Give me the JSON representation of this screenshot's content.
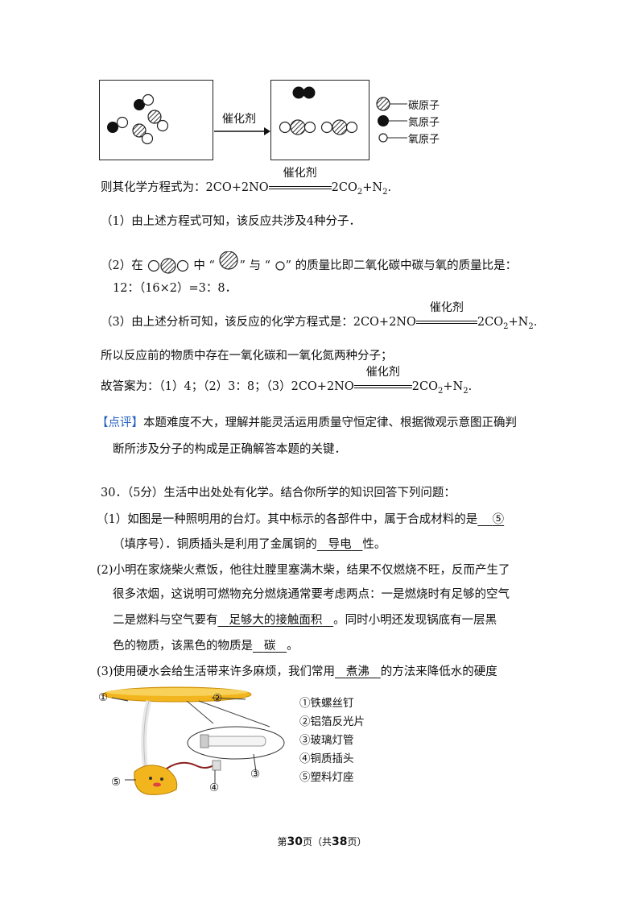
{
  "diagram": {
    "catalyst": "催化剂",
    "legend": [
      {
        "icon": "hatched",
        "label": "碳原子"
      },
      {
        "icon": "black",
        "label": "氮原子"
      },
      {
        "icon": "white",
        "label": "氧原子"
      }
    ]
  },
  "equation_intro": "则其化学方程式为：2CO+2NO",
  "eq_catalyst": "催化剂",
  "eq_rhs": "2CO",
  "eq_rhs_sub": "2",
  "eq_rhs_tail": "+N",
  "eq_rhs_sub2": "2",
  "eq_period": ".",
  "sol1": "（1）由上述方程式可知，该反应共涉及4种分子．",
  "sol2_a": "（2）在",
  "sol2_b": "中 “",
  "sol2_c": "” 与 “",
  "sol2_d": "” 的质量比即二氧化碳中碳与氧的质量比是：",
  "sol2_line2": "12：（16×2）=3：8．",
  "sol3": "（3）由上述分析可知，该反应的化学方程式是：2CO+2NO",
  "sol_mol": "所以反应前的物质中存在一氧化碳和一氧化氮两种分子；",
  "answer_intro": "故答案为：（1）4；（2）3：8；（3）2CO+2NO",
  "comment_tag": "【点评】",
  "comment_line1": "本题难度不大，理解并能灵活运用质量守恒定律、根据微观示意图正确判",
  "comment_line2": "断所涉及分子的构成是正确解答本题的关键．",
  "q30": {
    "title": "30．（5分）生活中出处处有化学。结合你所学的知识回答下列问题：",
    "p1_a": "（1）如图是一种照明用的台灯。其中标示的各部件中，属于合成材料的是",
    "p1_blank1": "⑤",
    "p1_b": "（填序号）．铜质插头是利用了金属铜的",
    "p1_blank2": "导电",
    "p1_c": "性。",
    "p2_line1": "(2)小明在家烧柴火煮饭，他往灶膛里塞满木柴，结果不仅燃烧不旺，反而产生了",
    "p2_line2": "很多浓烟，这说明可燃物充分燃烧通常要考虑两点：一是燃烧时有足够的空气",
    "p2_line3_a": "二是燃料与空气要有",
    "p2_blank": "足够大的接触面积",
    "p2_line3_b": "。同时小明还发现锅底有一层黑",
    "p2_line4_a": "色的物质，该黑色的物质是",
    "p2_blank2": "碳",
    "p2_line4_b": "。",
    "p3_a": "(3)使用硬水会给生活带来许多麻烦，我们常用",
    "p3_blank": "煮沸",
    "p3_b": "的方法来降低水的硬度"
  },
  "lamp": {
    "markers": [
      "①",
      "②",
      "③",
      "④",
      "⑤"
    ],
    "parts": [
      "①铁螺丝钉",
      "②铝箔反光片",
      "③玻璃灯管",
      "④铜质插头",
      "⑤塑料灯座"
    ]
  },
  "footer": {
    "pre": "第",
    "page": "30",
    "mid": "页（共",
    "total": "38",
    "post": "页）"
  }
}
